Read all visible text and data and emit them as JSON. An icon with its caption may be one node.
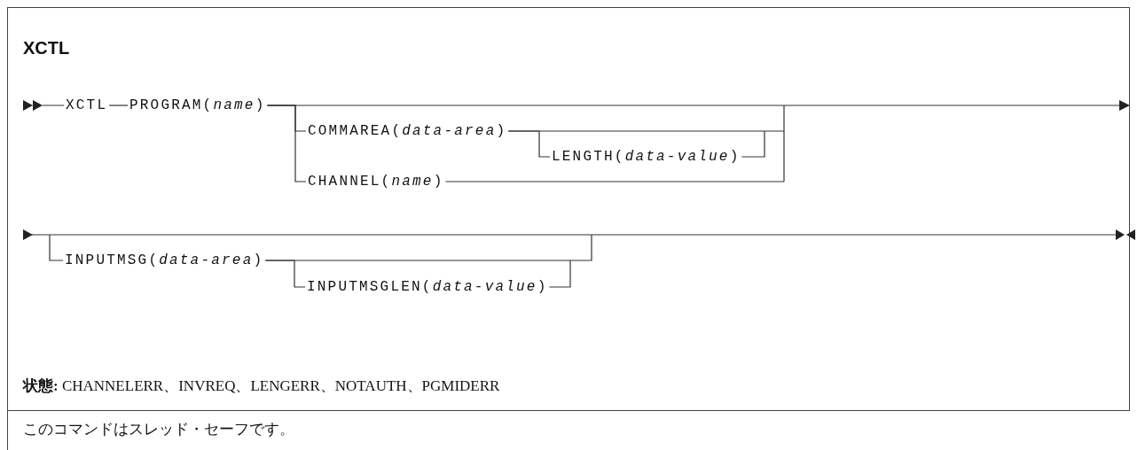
{
  "diagram": {
    "title": "XCTL",
    "nodes": [
      {
        "text": [
          "XCTL"
        ]
      },
      {
        "text": [
          "PROGRAM(*name*)"
        ]
      },
      {
        "text": [
          "COMMAREA(*data-area*)"
        ]
      },
      {
        "text": [
          "LENGTH(*data-value*)"
        ]
      },
      {
        "text": [
          "CHANNEL(*name*)"
        ]
      },
      {
        "text": [
          "INPUTMSG(*data-area*)"
        ]
      },
      {
        "text": [
          "INPUTMSGLEN(*data-value*)"
        ]
      }
    ],
    "edges": [
      {
        "from": 0,
        "to": 1,
        "arrow": "none"
      },
      {
        "from": 1,
        "to": 2,
        "arrow": "none"
      },
      {
        "from": 1,
        "to": 4,
        "arrow": "none"
      },
      {
        "from": 2,
        "to": 3,
        "arrow": "none"
      },
      {
        "from": 5,
        "to": 6,
        "arrow": "none"
      }
    ],
    "labels": [
      "**状態:** CHANNELERR、INVREQ、LENGERR、NOTAUTH、PGMIDERR",
      "このコマンドはスレッド・セーフです。"
    ]
  }
}
